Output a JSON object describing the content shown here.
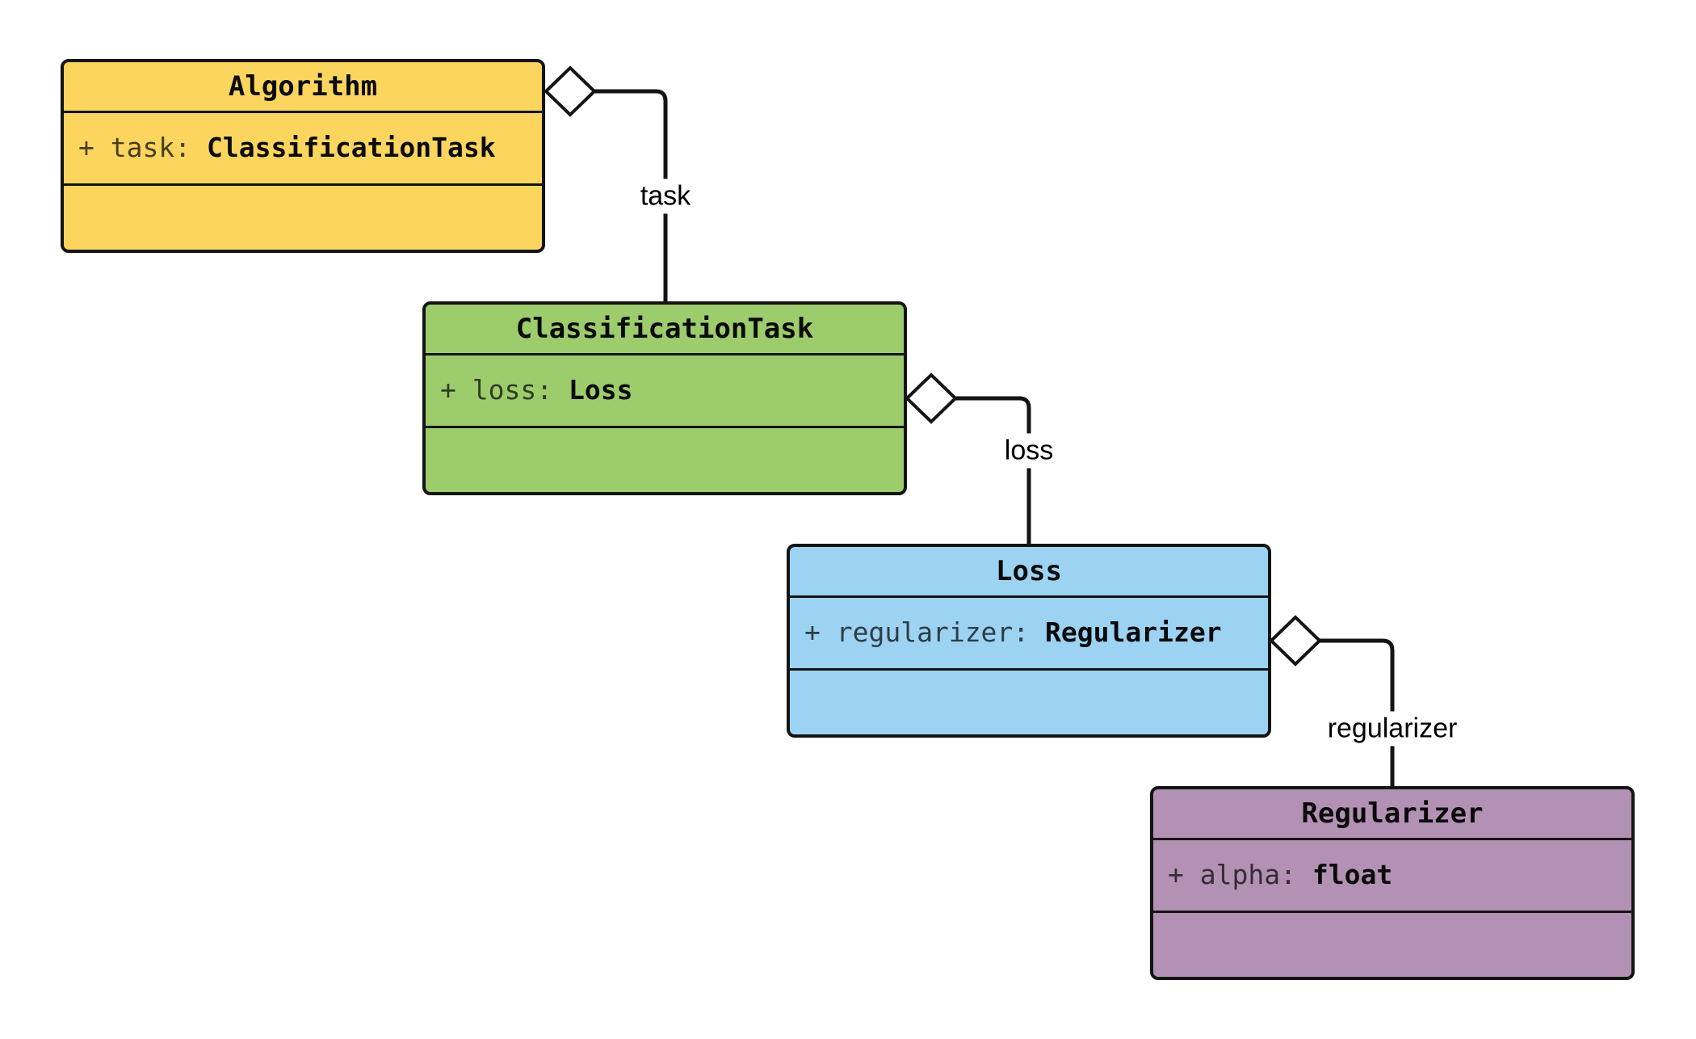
{
  "diagram": {
    "kind": "uml-class-diagram",
    "background": "#ffffff",
    "border_color": "#141414",
    "edge_line_color": "#141414",
    "diamond_fill": "#ffffff",
    "relation_marker": "aggregation-diamond"
  },
  "classes": [
    {
      "name": "Algorithm",
      "fill": "#FBD55E",
      "attribute": {
        "prefix": "+ ",
        "name": "task",
        "infix": ": ",
        "type": "ClassificationTask"
      }
    },
    {
      "name": "ClassificationTask",
      "fill": "#9DCC6C",
      "attribute": {
        "prefix": "+ ",
        "name": "loss",
        "infix": ": ",
        "type": "Loss"
      }
    },
    {
      "name": "Loss",
      "fill": "#9CD2F2",
      "attribute": {
        "prefix": "+ ",
        "name": "regularizer",
        "infix": ": ",
        "type": "Regularizer"
      }
    },
    {
      "name": "Regularizer",
      "fill": "#B391B4",
      "attribute": {
        "prefix": "+ ",
        "name": "alpha",
        "infix": ": ",
        "type": "float"
      }
    }
  ],
  "edges": [
    {
      "label": "task",
      "from": "Algorithm",
      "to": "ClassificationTask",
      "relation": "aggregation"
    },
    {
      "label": "loss",
      "from": "ClassificationTask",
      "to": "Loss",
      "relation": "aggregation"
    },
    {
      "label": "regularizer",
      "from": "Loss",
      "to": "Regularizer",
      "relation": "aggregation"
    }
  ]
}
